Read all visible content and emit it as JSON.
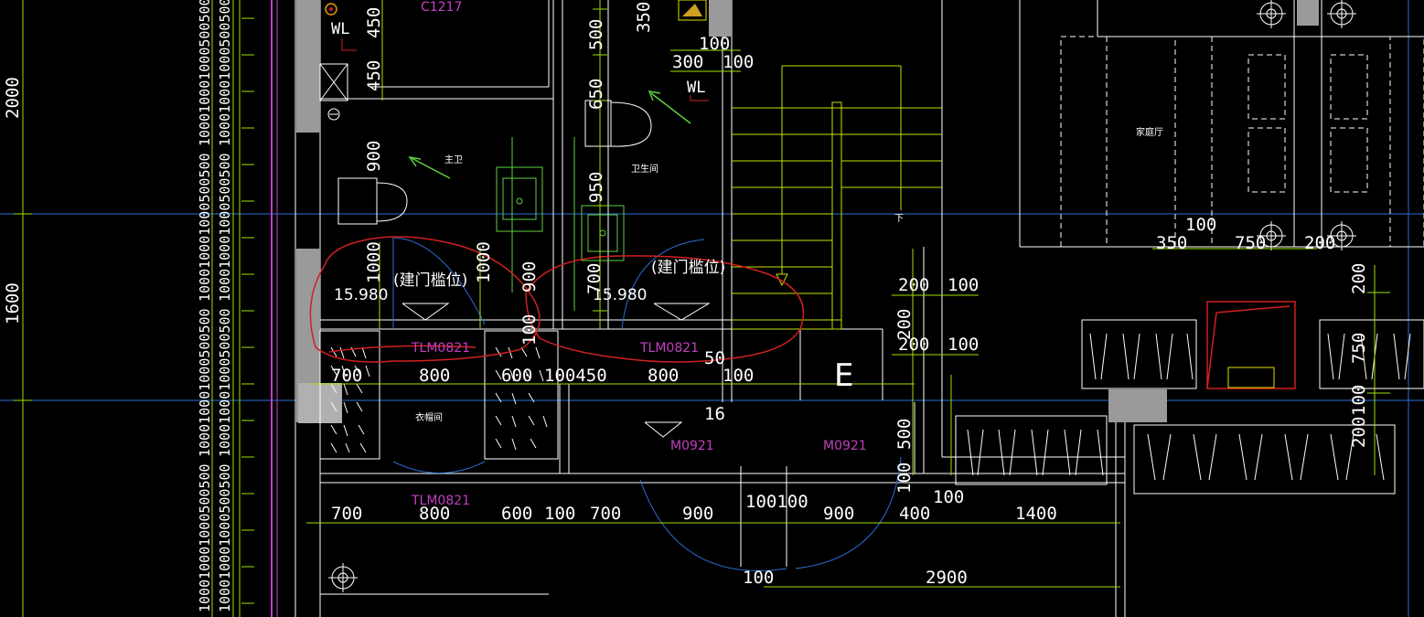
{
  "colors": {
    "background": "#000000",
    "wall": "#ffffff",
    "dim_line": "#a0e000",
    "dim_text": "#ffffff",
    "door_tag": "#c040c0",
    "axis": "#2a6fd6",
    "annotation_red": "#d02020",
    "room_label": "#ffffff",
    "furniture_green": "#60d040",
    "stair": "#c8e000"
  },
  "icons": [
    "fixture-circle-icon",
    "arrow-direction-icon",
    "elevation-triangle-icon"
  ],
  "left_dims": {
    "top": "2000",
    "bottom": "1600"
  },
  "label_stack": "100010001000500500",
  "window_tags": {
    "c1217": "C1217"
  },
  "door_tags": {
    "tlm_left": "TLM0821",
    "tlm_mid": "TLM0821",
    "tlm_bottom": "TLM0821",
    "m0921_a": "M0921",
    "m0921_b": "M0921"
  },
  "rooms": {
    "master_bath": "主卫",
    "bathroom": "卫生间",
    "cloakroom": "衣帽间",
    "family_hall": "家庭厅",
    "stair_down": "下"
  },
  "pipes": {
    "wl_top": "WL",
    "wl_right": "WL"
  },
  "elevations": {
    "left": "15.980",
    "right": "15.980"
  },
  "annotations": {
    "door_sill_left": "(建门槛位)",
    "door_sill_right": "(建门槛位)"
  },
  "marker_e": "E",
  "dims_top": {
    "v450a": "450",
    "v450b": "450",
    "v350": "350",
    "h100": "100",
    "h300": "300",
    "h100b": "100",
    "v500": "500",
    "v650": "650",
    "v900": "900",
    "v950": "950",
    "v1000a": "1000",
    "v1000b": "1000",
    "v900b": "900",
    "v700": "700",
    "v100": "100"
  },
  "dims_row1": {
    "a": "700",
    "b": "800",
    "c": "600",
    "d": "100450",
    "e": "800",
    "f": "50",
    "g": "100",
    "h": "16"
  },
  "dims_row2": {
    "a": "700",
    "b": "800",
    "c": "600",
    "d": "100",
    "e": "700",
    "f": "900",
    "g": "100100",
    "h": "900",
    "i": "400",
    "j": "100",
    "k": "1400"
  },
  "dims_row3": {
    "a": "100",
    "b": "2900"
  },
  "dims_right": {
    "h100": "100",
    "h350": "350",
    "h750": "750",
    "h200": "200",
    "r200a": "200",
    "r100a": "100",
    "r200b": "200",
    "r100b": "100",
    "v200": "200",
    "v500": "500",
    "v100": "100",
    "fv200": "200",
    "fv750": "750",
    "fv100": "100",
    "fv200b": "200"
  }
}
